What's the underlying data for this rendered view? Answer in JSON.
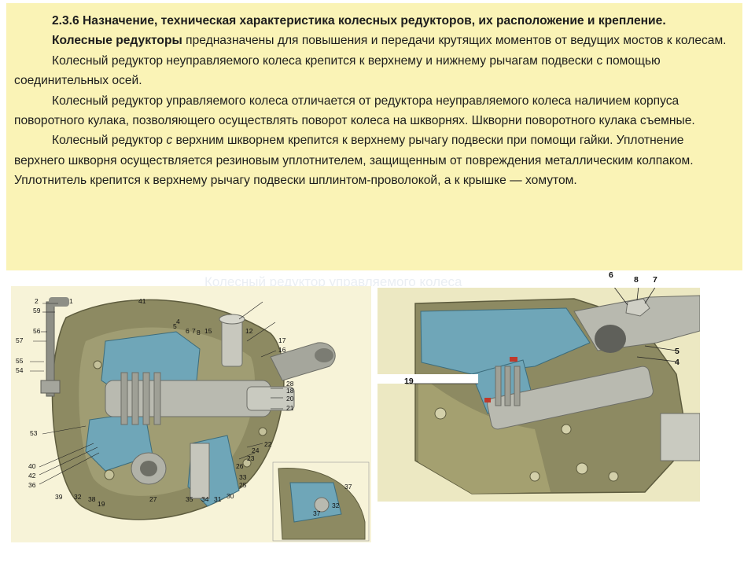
{
  "document": {
    "title": "2.3.6 Назначение, техническая характеристика колесных редукторов, их расположение и крепление.",
    "p1_bold": "Колесные редукторы",
    "p1_rest": " предназначены для повышения и передачи крутящих моментов от ведущих мостов к колесам.",
    "p2": "Колесный редуктор неуправляемого колеса крепится к верхнему и нижнему рычагам подвески с помощью соединительных осей.",
    "p3": "Колесный редуктор управляемого колеса отличается от редуктора неуправляемого колеса наличием корпуса поворотного кулака, позволяющего осуществлять поворот колеса на шкворнях. Шкворни поворотного кулака съемные.",
    "p4_a": "Колесный редуктор ",
    "p4_i": "с",
    "p4_b": " верхним шкворнем крепится к верхнему рычагу подвески при помощи гайки. Уплотнение верхнего шкворня осуществляется резиновым уплотнителем, защищенным от повреждения металлическим колпаком. Уплотнитель крепится к верхнему рычагу подвески шплинтом-проволокой, а к крышке — хомутом.",
    "figure_caption": "Колесный редуктор управляемого колеса"
  },
  "left_figure": {
    "labels": [
      "2",
      "1",
      "59",
      "57",
      "56",
      "55",
      "54",
      "53",
      "40",
      "42",
      "36",
      "39",
      "32",
      "38",
      "19",
      "27",
      "35",
      "34",
      "31",
      "30",
      "25",
      "33",
      "26",
      "23",
      "24",
      "22",
      "21",
      "20",
      "18",
      "28",
      "16",
      "17",
      "15",
      "12",
      "8",
      "6",
      "7",
      "5",
      "4",
      "41",
      "37",
      "32",
      "37"
    ]
  },
  "right_figure": {
    "labels": [
      "6",
      "8",
      "7",
      "5",
      "4",
      "19"
    ]
  },
  "colors": {
    "panel": "#faf3b6",
    "housing": "#8d8a62",
    "cutaway": "#6fa6b8",
    "steel": "#b9bab0"
  }
}
